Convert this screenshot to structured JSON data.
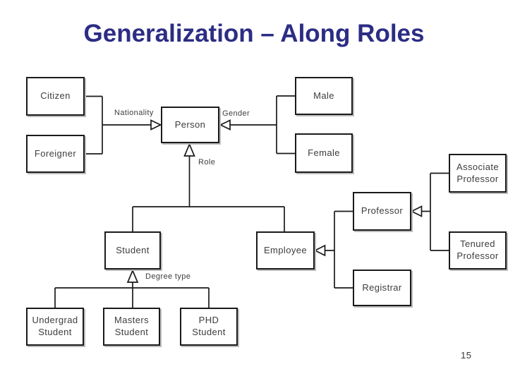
{
  "title": "Generalization – Along Roles",
  "page_number": "15",
  "colors": {
    "title_text": "#2c2d84",
    "box_border": "#1a1a1a",
    "box_fill": "#ffffff",
    "box_text": "#3d3d3d",
    "line": "#1a1a1a",
    "background": "#ffffff"
  },
  "diagram": {
    "nodes": {
      "citizen": {
        "label": "Citizen"
      },
      "foreigner": {
        "label": "Foreigner"
      },
      "person": {
        "label": "Person"
      },
      "male": {
        "label": "Male"
      },
      "female": {
        "label": "Female"
      },
      "associate_professor": {
        "label": "Associate Professor"
      },
      "professor": {
        "label": "Professor"
      },
      "tenured_professor": {
        "label": "Tenured Professor"
      },
      "registrar": {
        "label": "Registrar"
      },
      "student": {
        "label": "Student"
      },
      "employee": {
        "label": "Employee"
      },
      "undergrad_student": {
        "label": "Undergrad Student"
      },
      "masters_student": {
        "label": "Masters Student"
      },
      "phd_student": {
        "label": "PHD Student"
      }
    },
    "edge_labels": {
      "nationality": "Nationality",
      "gender": "Gender",
      "role": "Role",
      "degree_type": "Degree type"
    },
    "edges": [
      {
        "from": "citizen",
        "to": "person",
        "label": "Nationality"
      },
      {
        "from": "foreigner",
        "to": "person",
        "label": "Nationality"
      },
      {
        "from": "male",
        "to": "person",
        "label": "Gender"
      },
      {
        "from": "female",
        "to": "person",
        "label": "Gender"
      },
      {
        "from": "student",
        "to": "person",
        "label": "Role"
      },
      {
        "from": "employee",
        "to": "person",
        "label": "Role"
      },
      {
        "from": "undergrad_student",
        "to": "student",
        "label": "Degree type"
      },
      {
        "from": "masters_student",
        "to": "student",
        "label": "Degree type"
      },
      {
        "from": "phd_student",
        "to": "student",
        "label": "Degree type"
      },
      {
        "from": "professor",
        "to": "employee",
        "label": ""
      },
      {
        "from": "registrar",
        "to": "employee",
        "label": ""
      },
      {
        "from": "associate_professor",
        "to": "professor",
        "label": ""
      },
      {
        "from": "tenured_professor",
        "to": "professor",
        "label": ""
      }
    ]
  }
}
